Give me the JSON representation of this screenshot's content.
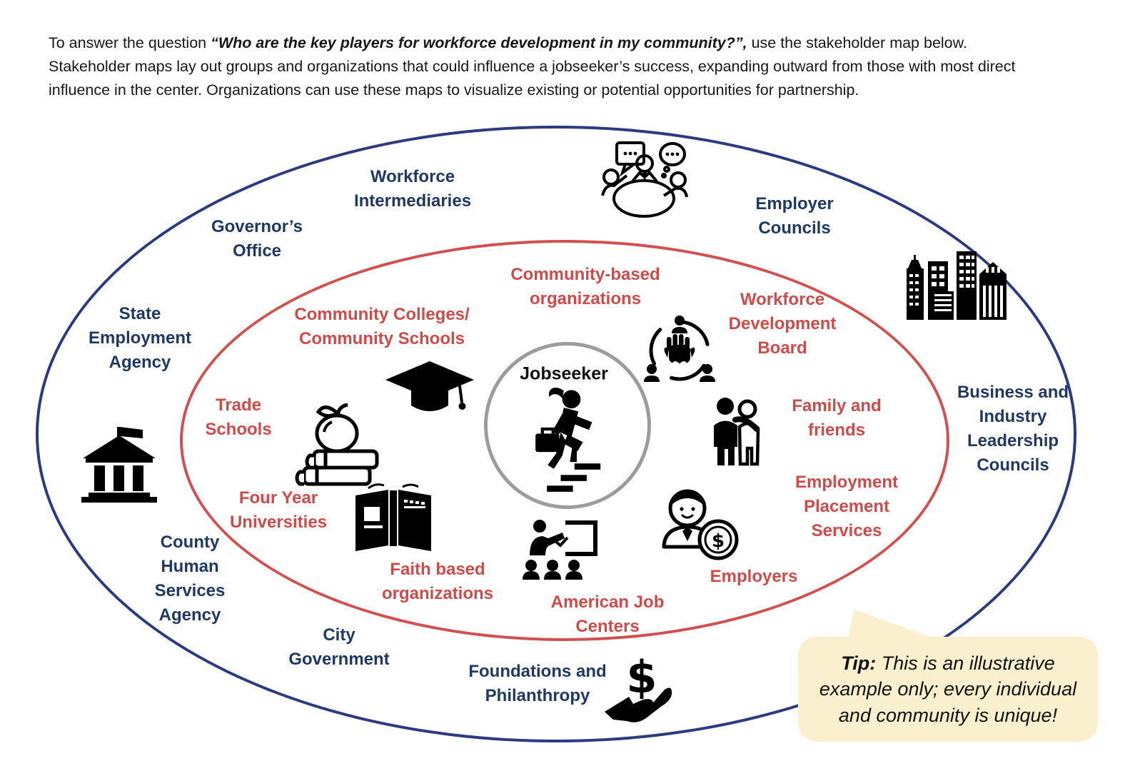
{
  "intro": {
    "prefix": "To answer the question ",
    "question": "“Who are the key players for workforce development in my community?”,",
    "suffix": " use the stakeholder map below. Stakeholder maps lay out groups and organizations that could influence a jobseeker’s success, expanding outward from those with most direct influence in the center. Organizations can use these maps to visualize existing or potential opportunities for partnership."
  },
  "map": {
    "center": {
      "label": "Jobseeker"
    },
    "outer_items": [
      {
        "label": "Workforce\nIntermediaries"
      },
      {
        "label": "Employer\nCouncils"
      },
      {
        "label": "Governor’s\nOffice"
      },
      {
        "label": "State\nEmployment\nAgency"
      },
      {
        "label": "County\nHuman\nServices\nAgency"
      },
      {
        "label": "City\nGovernment"
      },
      {
        "label": "Foundations and\nPhilanthropy"
      },
      {
        "label": "Business and\nIndustry\nLeadership\nCouncils"
      }
    ],
    "inner_items": [
      {
        "label": "Community-based\norganizations"
      },
      {
        "label": "Community Colleges/\nCommunity Schools"
      },
      {
        "label": "Workforce\nDevelopment\nBoard"
      },
      {
        "label": "Trade\nSchools"
      },
      {
        "label": "Family and\nfriends"
      },
      {
        "label": "Four Year\nUniversities"
      },
      {
        "label": "Employment\nPlacement\nServices"
      },
      {
        "label": "Faith based\norganizations"
      },
      {
        "label": "American Job\nCenters"
      },
      {
        "label": "Employers"
      }
    ]
  },
  "icons": {
    "meeting_discussion": "three people at a round table with speech bubbles",
    "city_skyline": "city buildings skyline",
    "government_building": "columned building with flag",
    "books_and_apple": "apple on stacked books",
    "graduation_cap": "mortarboard with tassel",
    "open_book": "open book",
    "community_hand": "open hand with heart circled by people",
    "family_hug": "two people embracing",
    "person_with_coin": "businessperson with dollar coin",
    "teacher_presentation": "instructor pointing at board with audience",
    "hand_with_dollar": "hand holding a dollar sign",
    "jobseeker_climbing": "person with briefcase climbing stairs"
  },
  "tip": {
    "label": "Tip:",
    "text": " This is an illustrative example only; every individual and community is unique!"
  },
  "colors": {
    "outer_ring": "#2C3B7F",
    "inner_ring": "#D15151",
    "center_ring": "#9C9C9C",
    "blue_text": "#1F3864",
    "red_text": "#D04A4A",
    "tip_background": "#FBF0CE",
    "icon_black": "#000000"
  }
}
